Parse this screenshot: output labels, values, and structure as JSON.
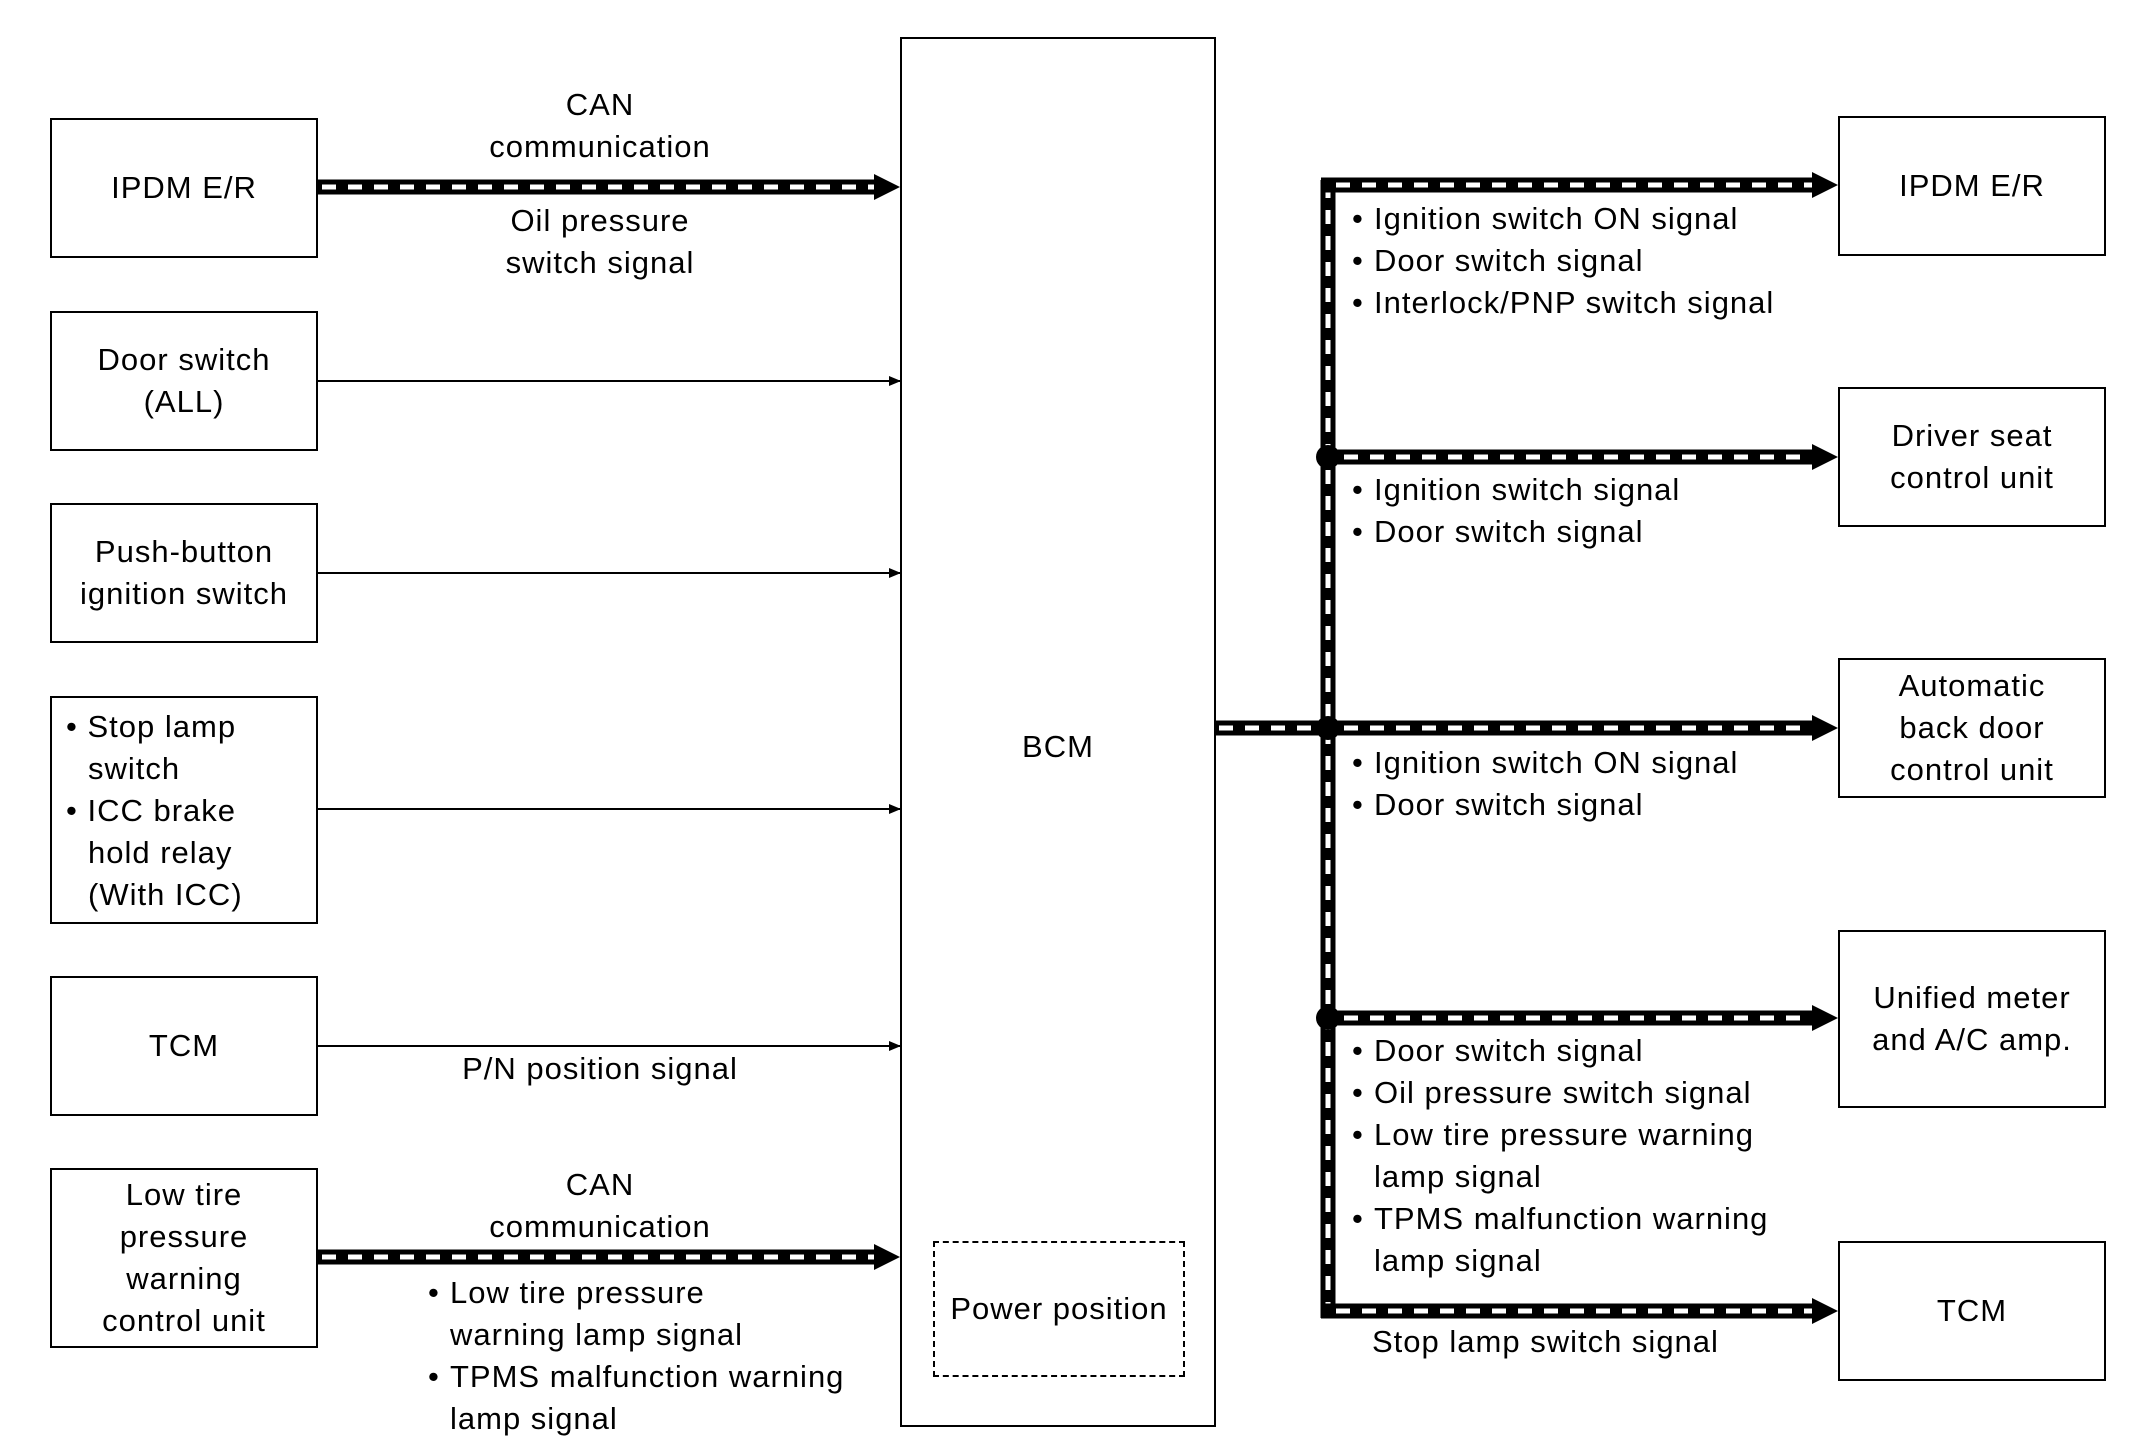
{
  "left_units": [
    {
      "id": "ipdm_er",
      "lines": [
        "IPDM E/R"
      ]
    },
    {
      "id": "door_switch",
      "lines": [
        "Door switch",
        "(ALL)"
      ]
    },
    {
      "id": "push_button",
      "lines": [
        "Push-button",
        "ignition switch"
      ]
    },
    {
      "id": "stop_lamp",
      "bullets": [
        [
          "Stop lamp",
          "switch"
        ],
        [
          "ICC brake",
          "hold relay",
          "(With ICC)"
        ]
      ]
    },
    {
      "id": "tcm",
      "lines": [
        "TCM"
      ]
    },
    {
      "id": "low_tire",
      "lines": [
        "Low tire",
        "pressure",
        "warning",
        "control unit"
      ]
    }
  ],
  "left_labels": {
    "ipdm_top": [
      "CAN",
      "communication"
    ],
    "ipdm_bottom": [
      "Oil pressure",
      "switch signal"
    ],
    "tcm_bottom": [
      "P/N position signal"
    ],
    "low_tire_top": [
      "CAN",
      "communication"
    ],
    "low_tire_bottom": [
      {
        "bullet": true,
        "text": "Low tire pressure"
      },
      {
        "bullet": false,
        "text": "warning lamp signal"
      },
      {
        "bullet": true,
        "text": "TPMS malfunction warning"
      },
      {
        "bullet": false,
        "text": "lamp signal"
      }
    ]
  },
  "bcm": {
    "label": "BCM",
    "power_position": "Power position"
  },
  "right_units": [
    {
      "id": "ipdm_er_r",
      "lines": [
        "IPDM E/R"
      ]
    },
    {
      "id": "driver_seat",
      "lines": [
        "Driver seat",
        "control unit"
      ]
    },
    {
      "id": "auto_back_door",
      "lines": [
        "Automatic",
        "back door",
        "control unit"
      ]
    },
    {
      "id": "unified_meter",
      "lines": [
        "Unified meter",
        "and A/C amp."
      ]
    },
    {
      "id": "tcm_r",
      "lines": [
        "TCM"
      ]
    }
  ],
  "right_signals": {
    "ipdm_er_r": [
      {
        "bullet": true,
        "text": "Ignition switch ON signal"
      },
      {
        "bullet": true,
        "text": "Door switch signal"
      },
      {
        "bullet": true,
        "text": "Interlock/PNP switch signal"
      }
    ],
    "driver_seat": [
      {
        "bullet": true,
        "text": "Ignition switch signal"
      },
      {
        "bullet": true,
        "text": "Door switch signal"
      }
    ],
    "auto_back_door": [
      {
        "bullet": true,
        "text": "Ignition switch ON signal"
      },
      {
        "bullet": true,
        "text": "Door switch signal"
      }
    ],
    "unified_meter": [
      {
        "bullet": true,
        "text": "Door switch signal"
      },
      {
        "bullet": true,
        "text": "Oil pressure switch signal"
      },
      {
        "bullet": true,
        "text": "Low tire pressure warning"
      },
      {
        "bullet": false,
        "text": "lamp signal"
      },
      {
        "bullet": true,
        "text": "TPMS malfunction warning"
      },
      {
        "bullet": false,
        "text": "lamp signal"
      }
    ],
    "tcm_r": [
      {
        "bullet": false,
        "text": "Stop lamp switch signal"
      }
    ]
  },
  "bullet_char": "•"
}
